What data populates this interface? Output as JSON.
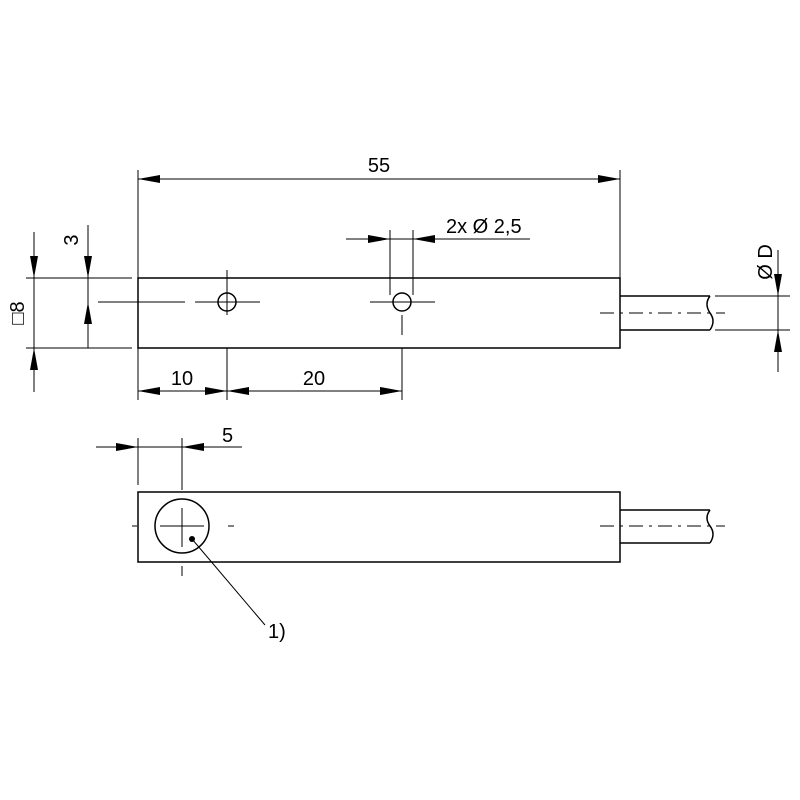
{
  "dimensions": {
    "length": "55",
    "holes": "2x Ø 2,5",
    "height": "□8",
    "offset": "3",
    "diameter": "Ø D",
    "pos1": "10",
    "pos2": "20",
    "face_offset": "5"
  },
  "annotation": {
    "ref": "1)"
  }
}
